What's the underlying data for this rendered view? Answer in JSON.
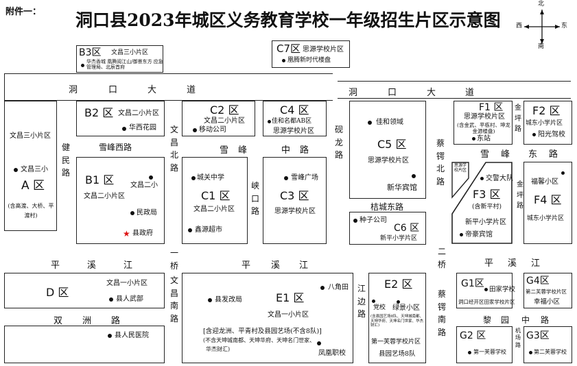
{
  "header": {
    "attachment": "附件一：",
    "title": "洞口县2023年城区义务教育学校一年级招生片区示意图"
  },
  "compass": {
    "north": "北",
    "south": "南",
    "east": "东",
    "west": "西"
  },
  "roads": {
    "dongkou_1": [
      "洞",
      "口",
      "大",
      "道"
    ],
    "dongkou_2": [
      "洞",
      "口",
      "大",
      "道"
    ],
    "xuefeng_west": "雪峰西路",
    "xuefeng_mid": [
      "雪",
      "峰",
      "中",
      "路"
    ],
    "xuefeng_east": [
      "雪",
      "峰",
      "东",
      "路"
    ],
    "pingxi_1": [
      "平",
      "溪",
      "江"
    ],
    "pingxi_2": [
      "平",
      "溪",
      "江"
    ],
    "pingxi_3": [
      "平",
      "溪",
      "江"
    ],
    "shuangzhou": [
      "双",
      "洲",
      "路"
    ],
    "liyuan": [
      "黎",
      "园",
      "中",
      "路"
    ],
    "jianmin": "健民路",
    "wenchangbei": "文昌北路",
    "yikou": "峡口路",
    "yanlong": "砚龙路",
    "caie_bei": "蔡锷北路",
    "jinping_1": "金坪路",
    "jinping_2": "金坪路",
    "erqiao": "二桥",
    "caie_nan": "蔡锷南路",
    "yiqiao": "一桥",
    "wenchangnan": "文昌南路",
    "jiangbian": "江边路",
    "jichang": "机场路",
    "jiecheng_dong": "桔城东路"
  },
  "zones": {
    "b3": {
      "code": "B3区",
      "school": "文昌三小片区",
      "desc": "华杰香城 凰腾阅江山/御景东方 应急管理局、北辰首府"
    },
    "c7": {
      "code": "C7区",
      "school": "思源学校片区",
      "poi": "凰腾新时代楼盘"
    },
    "a": {
      "school": "文昌三小片区",
      "poi": "文昌三小",
      "code": "A 区",
      "note": "(含高渡、大桥、平渡村)"
    },
    "b2": {
      "code": "B2 区",
      "school": "文昌二小片区",
      "poi": "华西花园"
    },
    "b1": {
      "code": "B1 区",
      "school": "文昌二小片区",
      "poi_1": "文昌二小",
      "poi_2": "民政局",
      "poi_3": "县政府"
    },
    "c2": {
      "code": "C2 区",
      "school": "文昌二小片区",
      "poi": "移动公司"
    },
    "c4": {
      "code": "C4 区",
      "poi": "佳和名都AB区",
      "school": "思源学校片区"
    },
    "c1": {
      "poi_1": "城关中学",
      "code": "C1 区",
      "school": "文昌二小片区",
      "poi_2": "鑫源超市"
    },
    "c3": {
      "poi": "雪峰广场",
      "code": "C3 区",
      "school": "思源学校片区"
    },
    "c5": {
      "poi_1": "佳和领域",
      "code": "C5 区",
      "school": "思源学校片区",
      "poi_2": "新华宾馆"
    },
    "c6": {
      "poi": "种子公司",
      "code": "C6 区",
      "school": "新平小学片区"
    },
    "f1": {
      "code": "F1 区",
      "school": "思源学校片区",
      "note": "(含金武、平栋村、坤龙金源楼盘)",
      "poi": "东站"
    },
    "f2": {
      "code": "F2 区",
      "school": "城东小学片区",
      "poi": "阳光驾校"
    },
    "strip": {
      "text": "思源学校片区"
    },
    "f3": {
      "poi_1": "交警大队",
      "code": "F3 区",
      "note": "(含新平村)",
      "school": "新平小学片区",
      "poi_2": "帝豪宾馆"
    },
    "f4": {
      "poi": "福馨小区",
      "code": "F4 区",
      "school": "城东小学片区"
    },
    "d": {
      "code": "D 区",
      "school": "文昌一小片区",
      "poi_1": "县人武部",
      "poi_2": "县人民医院"
    },
    "e1": {
      "poi_1": "八角田",
      "poi_2": "县发改局",
      "code": "E1 区",
      "school": "文昌一小片区",
      "note_1": "[含迎龙洲、平青村及县园艺场(不含8队)]",
      "note_2": "(不含天坤城南都、天坤华府、天坤名门世家、",
      "note_3": "华杰财汇)",
      "poi_3": "凤凰职校"
    },
    "e2": {
      "code": "E2 区",
      "poi_1": "党校",
      "poi_2": "绿景小区",
      "note": "(含县园艺场8队、天坤城南都、天坤华府、天坤名门世家、华杰财汇)",
      "school": "第一芙蓉学校片区",
      "sub": "县园艺场8队"
    },
    "g1": {
      "code": "G1区",
      "poi": "田家学校",
      "school": "洞口经开区田家学校片区"
    },
    "g4": {
      "code": "G4区",
      "school": "第二芙蓉学校片区",
      "poi": "幸福小区"
    },
    "g2": {
      "code": "G2 区",
      "poi": "第一芙蓉学校"
    },
    "g3": {
      "code": "G3区",
      "poi": "第二芙蓉学校"
    }
  }
}
